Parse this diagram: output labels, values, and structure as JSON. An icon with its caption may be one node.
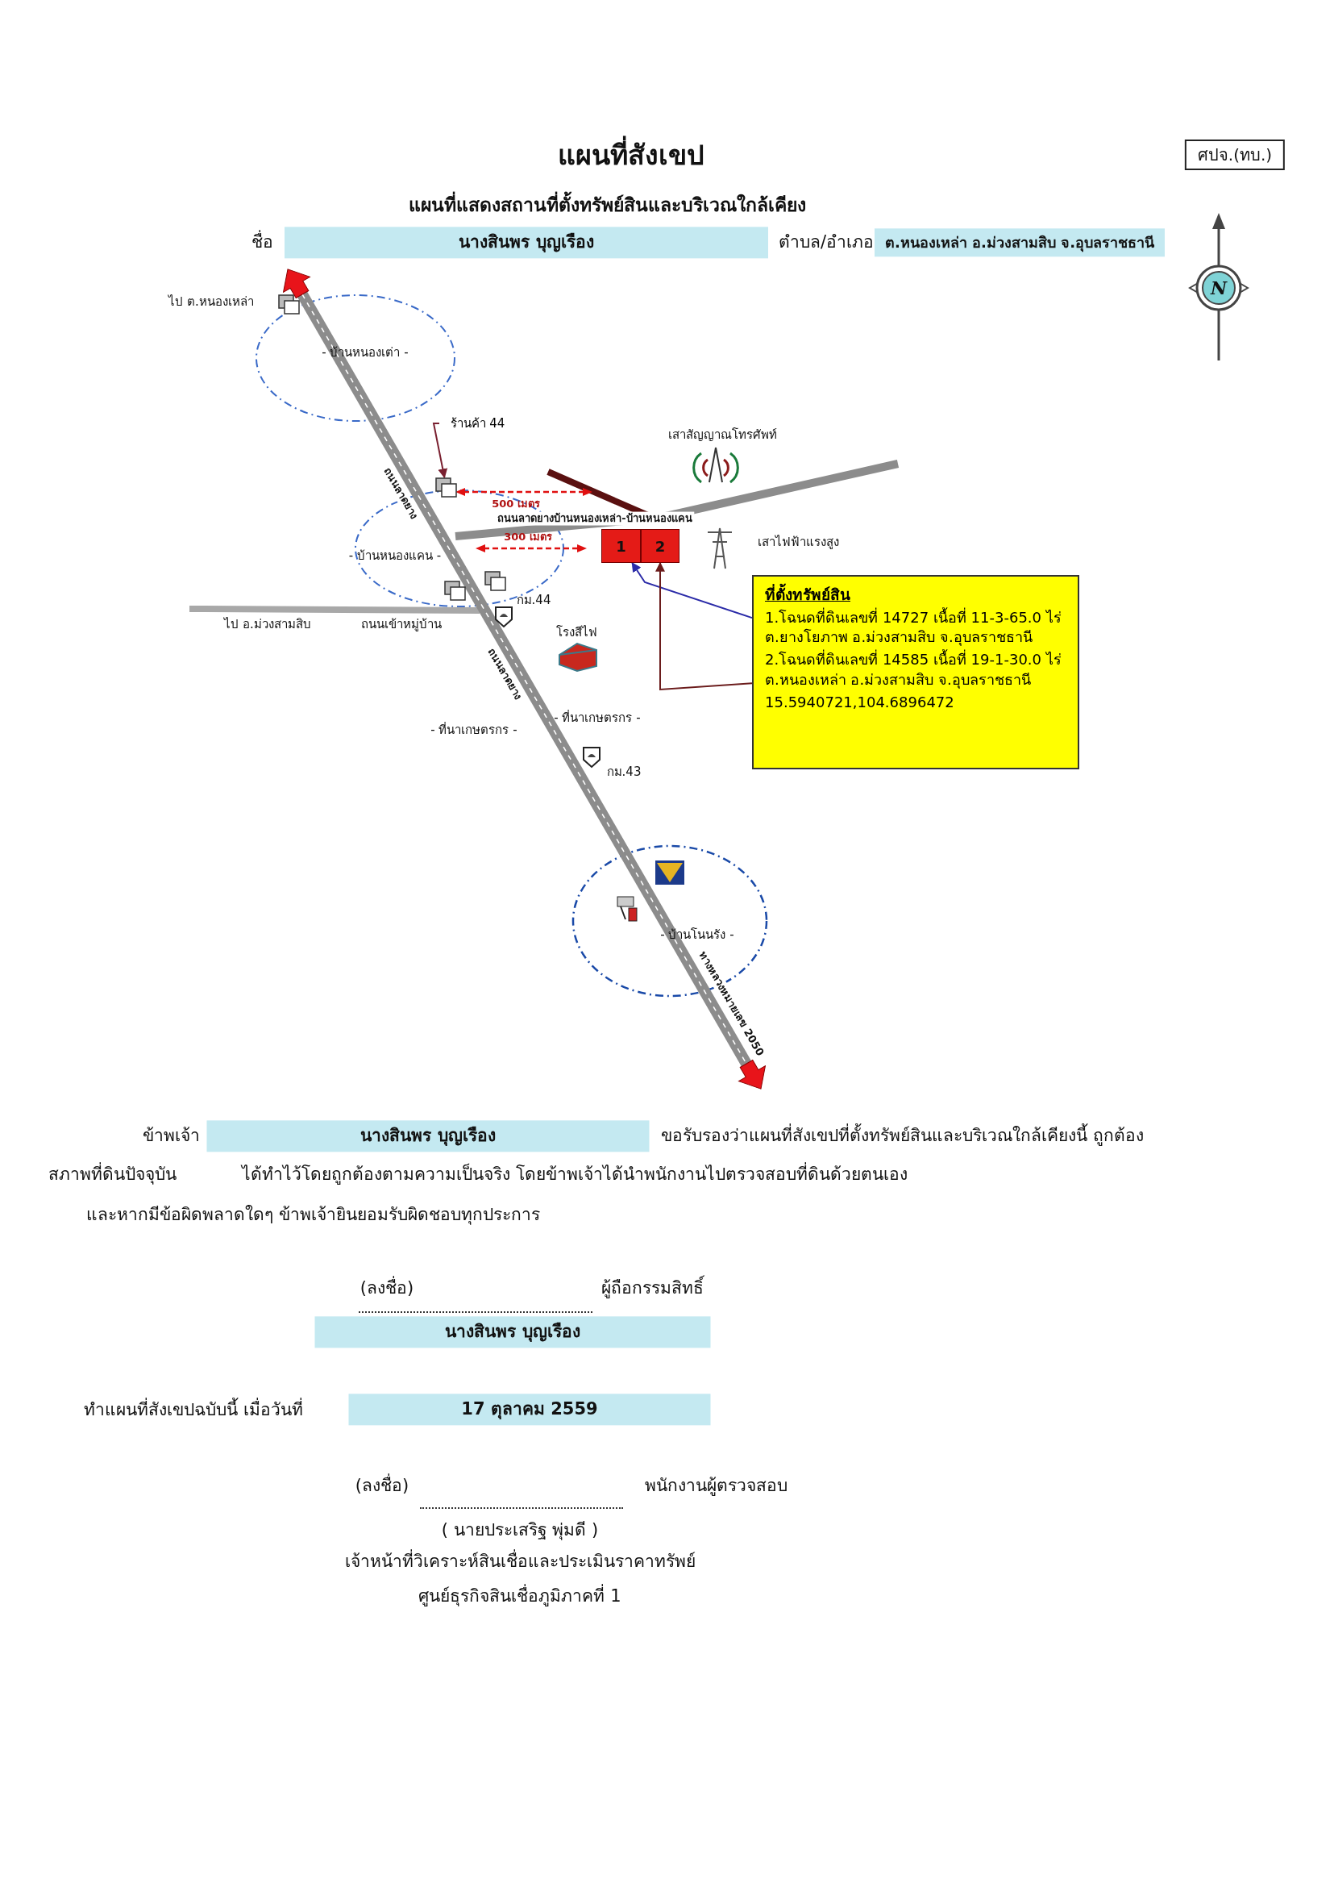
{
  "diagram": {
    "title": "แผนที่สังเขป",
    "nodes": [
      {
        "text": [
          "ที่ตั้งทรัพย์สิน",
          "1.โฉนดที่ดินเลขที่ 14727 เนื้อที่ 11-3-65.0 ไร่ ต.ยางโยภาพ อ.ม่วงสามสิบ จ.อุบลราชธานี",
          "2.โฉนดที่ดินเลขที่ 14585 เนื้อที่ 19-1-30.0 ไร่ ต.หนองเหล่า อ.ม่วงสามสิบ จ.อุบลราชธานี",
          "15.5940721,104.6896472"
        ]
      },
      {
        "text": [
          "1"
        ]
      },
      {
        "text": [
          "2"
        ]
      },
      {
        "text": [
          "ร้านค้า 44"
        ]
      },
      {
        "text": [],
        "shape": "box"
      }
    ],
    "edges": [
      {
        "from": 0,
        "to": 1,
        "arrow": "to",
        "color": "#2b2ba8"
      },
      {
        "from": 0,
        "to": 2,
        "arrow": "to",
        "color": "#6b1c1c"
      },
      {
        "from": 3,
        "to": 4,
        "arrow": "to",
        "color": "#7a2030"
      }
    ],
    "labels": [
      "ศปจ.(ทบ.)",
      "แผนที่แสดงสถานที่ตั้งทรัพย์สินและบริเวณใกล้เคียง",
      "ชื่อ",
      "นางสินพร บุญเรือง",
      "ตำบล/อำเภอ",
      "ต.หนองเหล่า อ.ม่วงสามสิบ จ.อุบลราชธานี",
      "N",
      "- บ้านโนนรัง -",
      "ทางหลวงหมายเลข 2050",
      "กม.43",
      "- ที่นาเกษตรกร -",
      "- ที่นาเกษตรกร -",
      "ถนนลาดยาง",
      "โรงสีไฟ",
      "กม.44",
      "ไป อ.ม่วงสามสิบ",
      "ถนนเข้าหมู่บ้าน",
      "- บ้านหนองแคน -",
      "300 เมตร",
      "ถนนลาดยางบ้านหนองเหล่า-บ้านหนองแคน",
      "500 เมตร",
      "เสาไฟฟ้าแรงสูง",
      "ถนนลาดยาง",
      "เสาสัญญาณโทรศัพท์",
      "- บ้านหนองเต่า -",
      "ไป ต.หนองเหล่า",
      "ข้าพเจ้า",
      "นางสินพร บุญเรือง",
      "ขอรับรองว่าแผนที่สังเขปที่ตั้งทรัพย์สินและบริเวณใกล้เคียงนี้ ถูกต้อง",
      "สภาพที่ดินปัจจุบัน",
      "ได้ทำไว้โดยถูกต้องตามความเป็นจริง โดยข้าพเจ้าได้นำพนักงานไปตรวจสอบที่ดินด้วยตนเอง",
      "และหากมีข้อผิดพลาดใดๆ ข้าพเจ้ายินยอมรับผิดชอบทุกประการ",
      "(ลงชื่อ)",
      "ผู้ถือกรรมสิทธิ์",
      "นางสินพร บุญเรือง",
      "ทำแผนที่สังเขปฉบับนี้ เมื่อวันที่",
      "17 ตุลาคม 2559",
      "(ลงชื่อ)",
      "พนักงานผู้ตรวจสอบ",
      "( นายประเสริฐ พุ่มดี )",
      "เจ้าหน้าที่วิเคราะห์สินเชื่อและประเมินราคาทรัพย์",
      "ศูนย์ธุรกิจสินเชื่อภูมิภาคที่ 1"
    ]
  }
}
